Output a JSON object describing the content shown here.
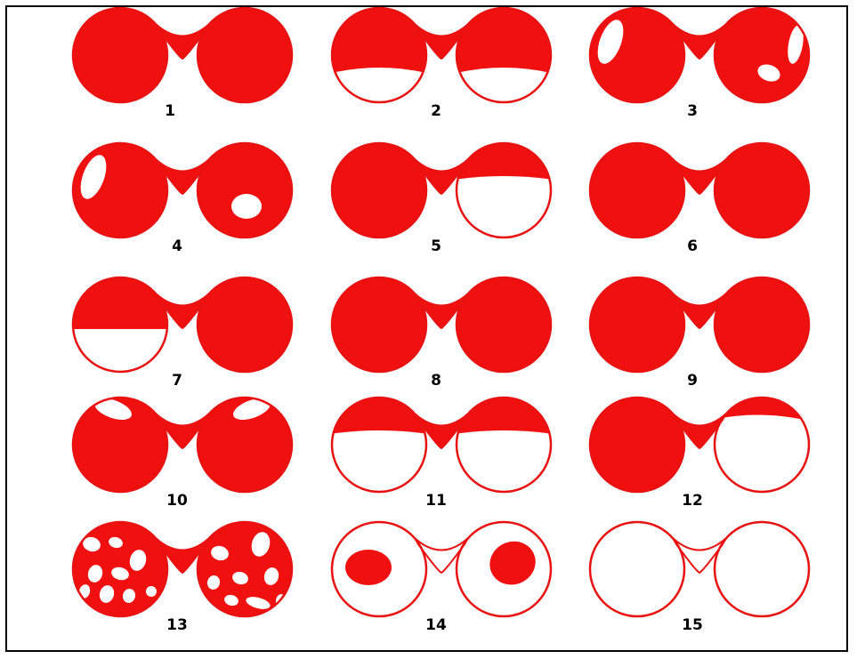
{
  "figure": {
    "fill_color": "#f01010",
    "stroke_color": "#e81212",
    "panels": [
      {
        "label": "1",
        "left": "full",
        "right": "full"
      },
      {
        "label": "2",
        "left": "top-fill-bottom-crescent",
        "right": "top-fill-bottom-crescent"
      },
      {
        "label": "3",
        "left": "full-with-left-hole",
        "right": "full-with-holes"
      },
      {
        "label": "4",
        "left": "full-with-left-hole",
        "right": "full-with-center-hole"
      },
      {
        "label": "5",
        "left": "full",
        "right": "top-cap"
      },
      {
        "label": "6",
        "left": "full",
        "right": "full"
      },
      {
        "label": "7",
        "left": "top-fill-bottom-open",
        "right": "full"
      },
      {
        "label": "8",
        "left": "full",
        "right": "full"
      },
      {
        "label": "9",
        "left": "full",
        "right": "full"
      },
      {
        "label": "10",
        "left": "full-with-top-notch",
        "right": "full-with-top-notch"
      },
      {
        "label": "11",
        "left": "top-cap",
        "right": "top-cap"
      },
      {
        "label": "12",
        "left": "full",
        "right": "top-cap-thin"
      },
      {
        "label": "13",
        "left": "spotted",
        "right": "spotted"
      },
      {
        "label": "14",
        "left": "center-blob",
        "right": "center-blob"
      },
      {
        "label": "15",
        "left": "empty",
        "right": "empty"
      }
    ]
  }
}
